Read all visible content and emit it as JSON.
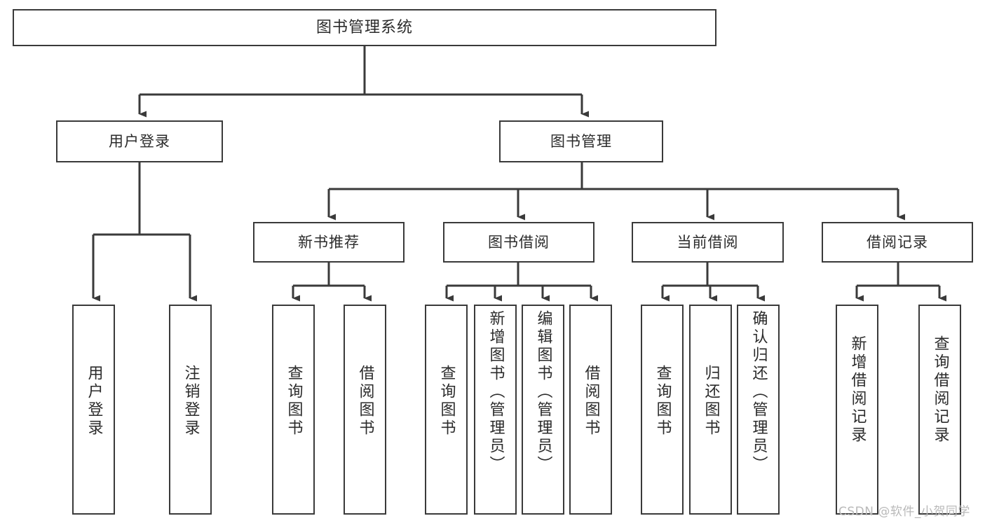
{
  "diagram": {
    "title": "图书管理系统",
    "type": "tree",
    "orientation": "top-down",
    "colors": {
      "stroke": "#3a3a3a",
      "box_fill": "#ffffff",
      "text": "#2b2b2b",
      "background": "#ffffff",
      "watermark": "#b9b9b9"
    }
  },
  "watermark": {
    "text": "CSDN @软件_小贺同学"
  },
  "nodes": {
    "root": {
      "label": "图书管理系统",
      "level": 0,
      "text_direction": "horizontal"
    },
    "level1": [
      {
        "id": "user-login",
        "label": "用户登录",
        "text_direction": "horizontal"
      },
      {
        "id": "book-management",
        "label": "图书管理",
        "text_direction": "horizontal"
      }
    ],
    "level2": [
      {
        "id": "new-book-recommend",
        "label": "新书推荐",
        "parent": "book-management",
        "text_direction": "horizontal"
      },
      {
        "id": "book-borrow",
        "label": "图书借阅",
        "parent": "book-management",
        "text_direction": "horizontal"
      },
      {
        "id": "current-borrow",
        "label": "当前借阅",
        "parent": "book-management",
        "text_direction": "horizontal"
      },
      {
        "id": "borrow-record",
        "label": "借阅记录",
        "parent": "book-management",
        "text_direction": "horizontal"
      }
    ],
    "leaves": [
      {
        "id": "leaf-user-login",
        "label": "用户登录",
        "parent": "user-login",
        "text_direction": "vertical"
      },
      {
        "id": "leaf-logout-login",
        "label": "注销登录",
        "parent": "user-login",
        "text_direction": "vertical"
      },
      {
        "id": "leaf-query-book-1",
        "label": "查询图书",
        "parent": "new-book-recommend",
        "text_direction": "vertical"
      },
      {
        "id": "leaf-borrow-book-1",
        "label": "借阅图书",
        "parent": "new-book-recommend",
        "text_direction": "vertical"
      },
      {
        "id": "leaf-query-book-2",
        "label": "查询图书",
        "parent": "book-borrow",
        "text_direction": "vertical"
      },
      {
        "id": "leaf-add-book",
        "label": "新增图书（管理员）",
        "parent": "book-borrow",
        "text_direction": "vertical"
      },
      {
        "id": "leaf-edit-book",
        "label": "编辑图书（管理员）",
        "parent": "book-borrow",
        "text_direction": "vertical"
      },
      {
        "id": "leaf-borrow-book-2",
        "label": "借阅图书",
        "parent": "book-borrow",
        "text_direction": "vertical"
      },
      {
        "id": "leaf-query-book-3",
        "label": "查询图书",
        "parent": "current-borrow",
        "text_direction": "vertical"
      },
      {
        "id": "leaf-return-book",
        "label": "归还图书",
        "parent": "current-borrow",
        "text_direction": "vertical"
      },
      {
        "id": "leaf-confirm-return",
        "label": "确认归还（管理员）",
        "parent": "current-borrow",
        "text_direction": "vertical"
      },
      {
        "id": "leaf-add-record",
        "label": "新增借阅记录",
        "parent": "borrow-record",
        "text_direction": "vertical"
      },
      {
        "id": "leaf-query-record",
        "label": "查询借阅记录",
        "parent": "borrow-record",
        "text_direction": "vertical"
      }
    ]
  }
}
